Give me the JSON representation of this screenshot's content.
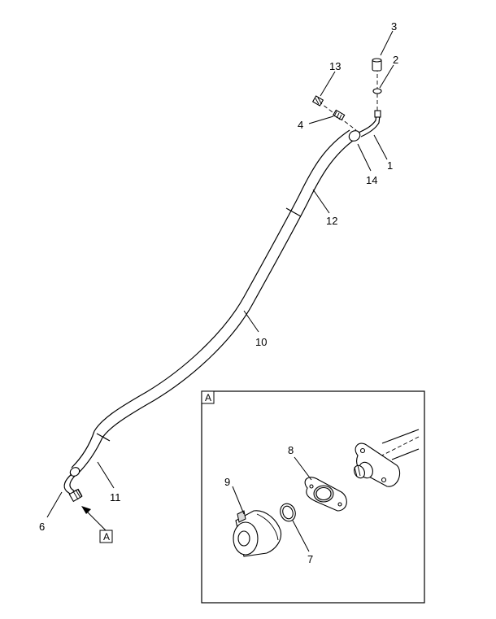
{
  "callouts": {
    "c1": "1",
    "c2": "2",
    "c3": "3",
    "c4": "4",
    "c6": "6",
    "c7": "7",
    "c8": "8",
    "c9": "9",
    "c10": "10",
    "c11": "11",
    "c12": "12",
    "c13": "13",
    "c14": "14"
  },
  "view_reference": "A",
  "detail_view_label": "A"
}
